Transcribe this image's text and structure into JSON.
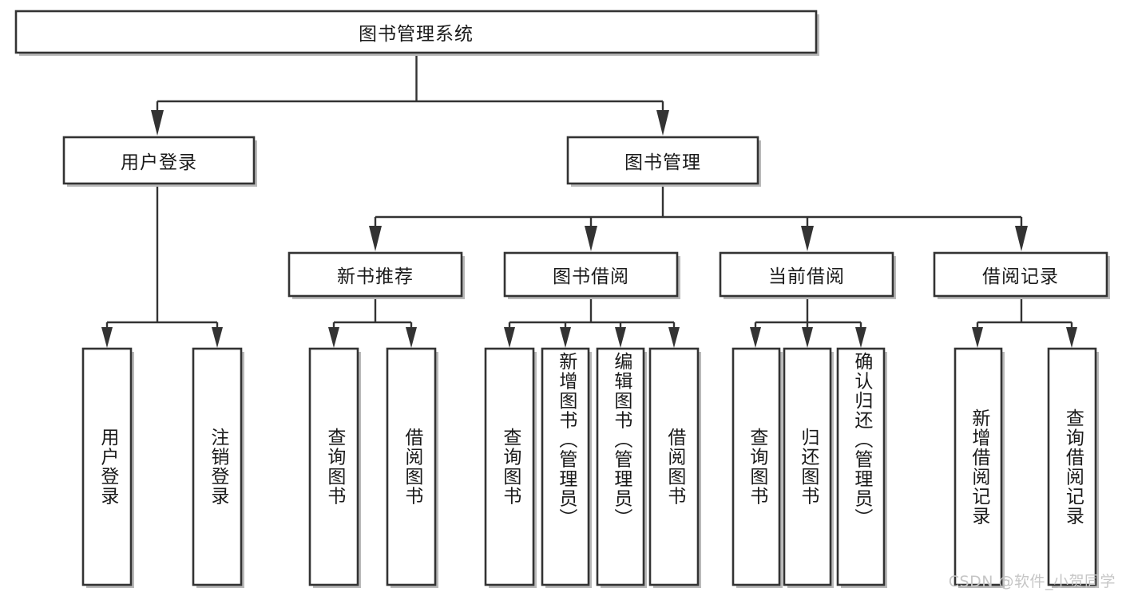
{
  "diagram": {
    "type": "tree",
    "title": "图书管理系统",
    "root": {
      "id": "root",
      "label": "图书管理系统",
      "orientation": "horizontal"
    },
    "levels": [
      {
        "level": 1,
        "nodes": [
          {
            "id": "user-login",
            "label": "用户登录",
            "orientation": "horizontal"
          },
          {
            "id": "book-manage",
            "label": "图书管理",
            "orientation": "horizontal"
          }
        ]
      },
      {
        "level": 2,
        "parent": "book-manage",
        "nodes": [
          {
            "id": "new-book-rec",
            "label": "新书推荐",
            "orientation": "horizontal"
          },
          {
            "id": "book-borrow",
            "label": "图书借阅",
            "orientation": "horizontal"
          },
          {
            "id": "current-borrow",
            "label": "当前借阅",
            "orientation": "horizontal"
          },
          {
            "id": "borrow-record",
            "label": "借阅记录",
            "orientation": "horizontal"
          }
        ]
      },
      {
        "level": 3,
        "nodes": [
          {
            "id": "leaf-user-login",
            "parent": "user-login",
            "label": "用户登录",
            "orientation": "vertical"
          },
          {
            "id": "leaf-user-logout",
            "parent": "user-login",
            "label": "注销登录",
            "orientation": "vertical"
          },
          {
            "id": "leaf-query-book-1",
            "parent": "new-book-rec",
            "label": "查询图书",
            "orientation": "vertical"
          },
          {
            "id": "leaf-borrow-book-1",
            "parent": "new-book-rec",
            "label": "借阅图书",
            "orientation": "vertical"
          },
          {
            "id": "leaf-query-book-2",
            "parent": "book-borrow",
            "label": "查询图书",
            "orientation": "vertical"
          },
          {
            "id": "leaf-add-book",
            "parent": "book-borrow",
            "label": "新增图书（管理员）",
            "orientation": "vertical"
          },
          {
            "id": "leaf-edit-book",
            "parent": "book-borrow",
            "label": "编辑图书（管理员）",
            "orientation": "vertical"
          },
          {
            "id": "leaf-borrow-book-2",
            "parent": "book-borrow",
            "label": "借阅图书",
            "orientation": "vertical"
          },
          {
            "id": "leaf-query-book-3",
            "parent": "current-borrow",
            "label": "查询图书",
            "orientation": "vertical"
          },
          {
            "id": "leaf-return-book",
            "parent": "current-borrow",
            "label": "归还图书",
            "orientation": "vertical"
          },
          {
            "id": "leaf-confirm-return",
            "parent": "current-borrow",
            "label": "确认归还（管理员）",
            "orientation": "vertical"
          },
          {
            "id": "leaf-add-record",
            "parent": "borrow-record",
            "label": "新增借阅记录",
            "orientation": "vertical"
          },
          {
            "id": "leaf-query-record",
            "parent": "borrow-record",
            "label": "查询借阅记录",
            "orientation": "vertical"
          }
        ]
      }
    ],
    "colors": {
      "box_fill": "#ffffff",
      "box_stroke": "#333333",
      "connector": "#333333",
      "text": "#1a1a1a",
      "background": "#ffffff",
      "watermark": "#c6c6c6"
    }
  },
  "watermark": {
    "text": "CSDN @软件_小贺同学"
  }
}
